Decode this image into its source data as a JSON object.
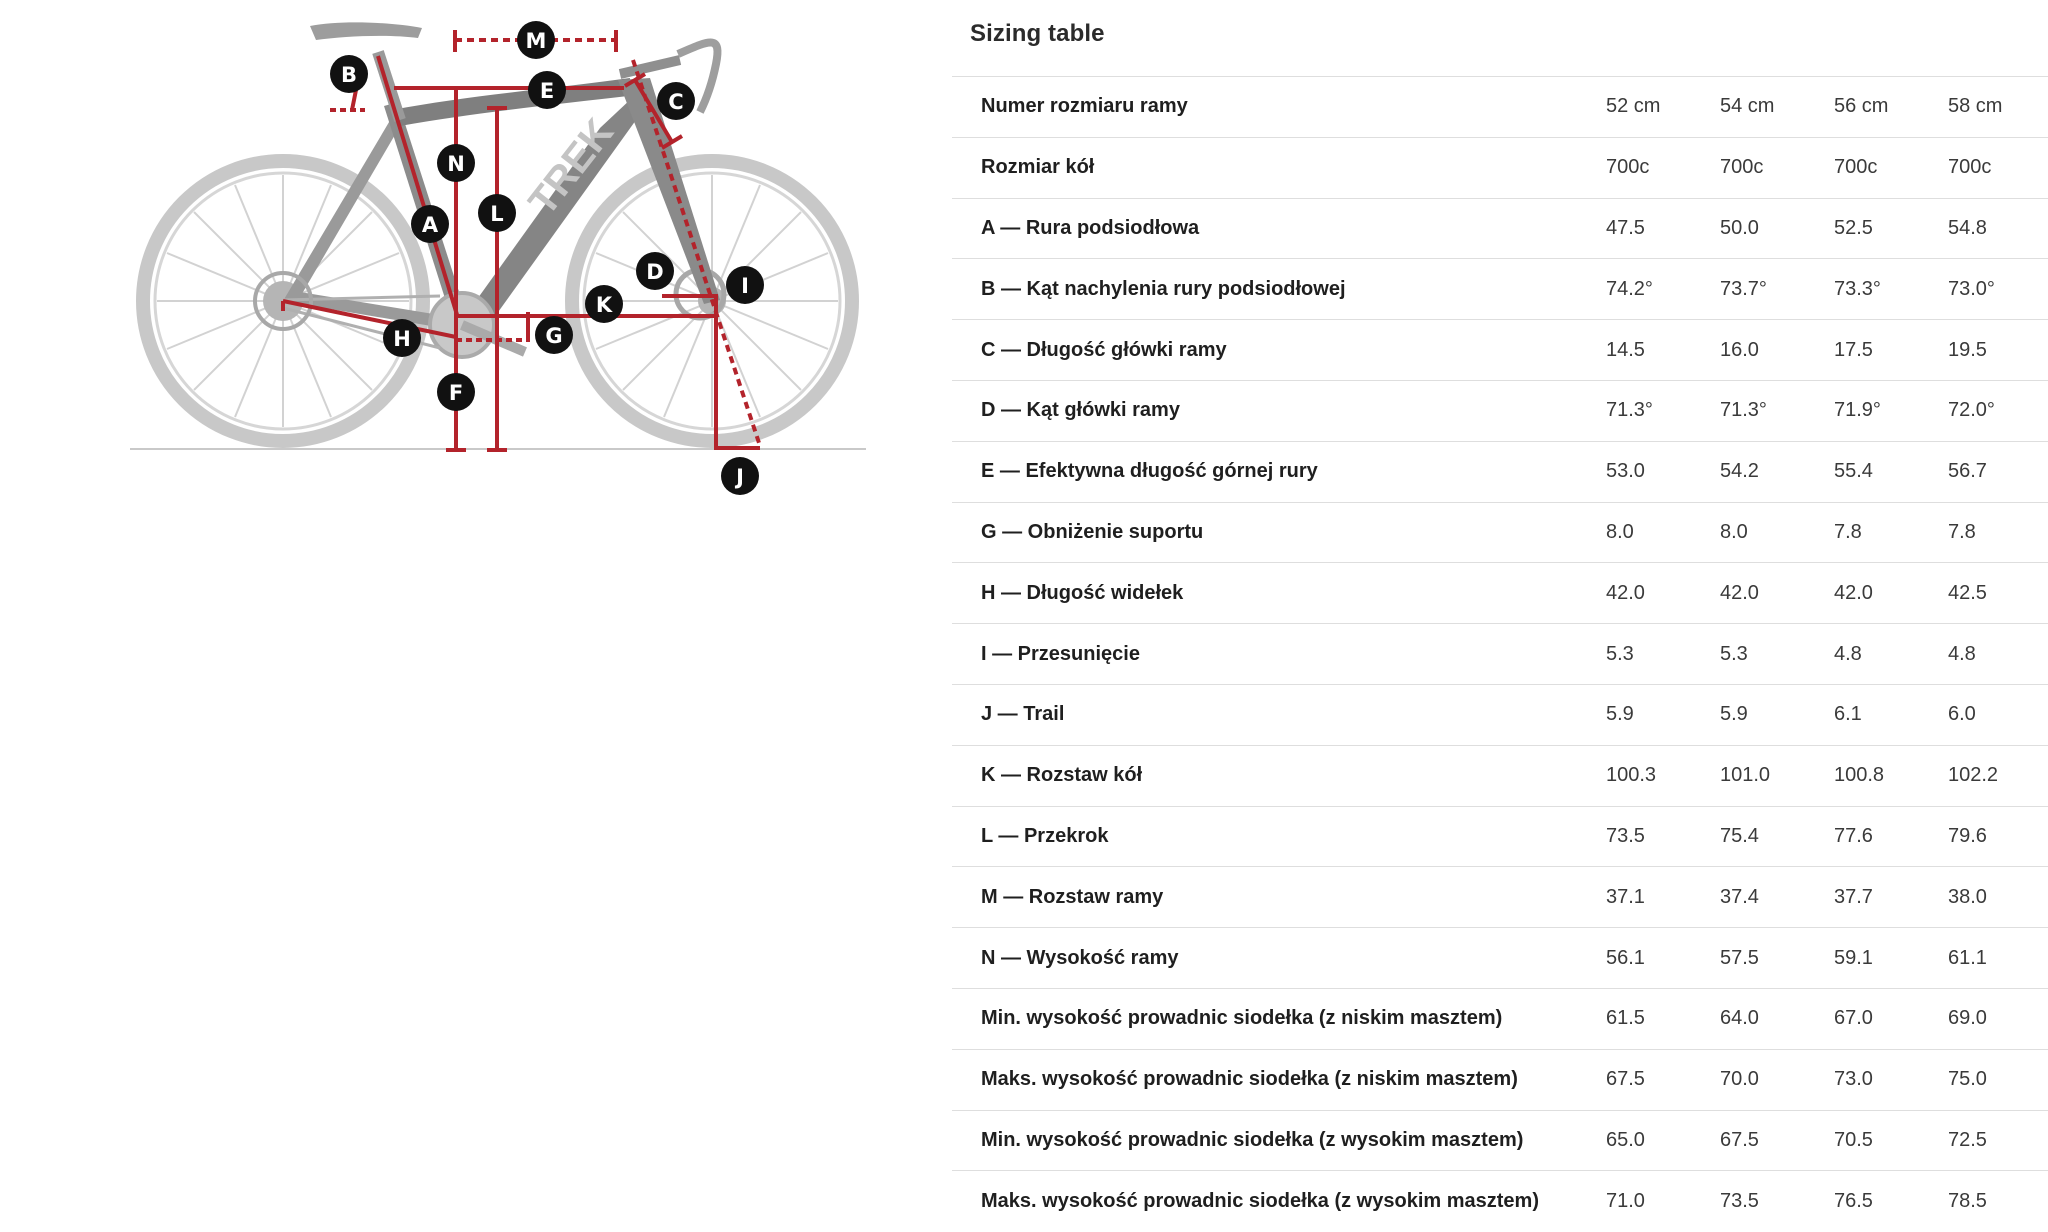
{
  "table": {
    "title": "Sizing table",
    "rows": [
      {
        "label": "Numer rozmiaru ramy",
        "values": [
          "52 cm",
          "54 cm",
          "56 cm",
          "58 cm"
        ]
      },
      {
        "label": "Rozmiar kół",
        "values": [
          "700c",
          "700c",
          "700c",
          "700c"
        ]
      },
      {
        "label": "A — Rura podsiodłowa",
        "values": [
          "47.5",
          "50.0",
          "52.5",
          "54.8"
        ]
      },
      {
        "label": "B — Kąt nachylenia rury podsiodłowej",
        "values": [
          "74.2°",
          "73.7°",
          "73.3°",
          "73.0°"
        ]
      },
      {
        "label": "C — Długość główki ramy",
        "values": [
          "14.5",
          "16.0",
          "17.5",
          "19.5"
        ]
      },
      {
        "label": "D — Kąt główki ramy",
        "values": [
          "71.3°",
          "71.3°",
          "71.9°",
          "72.0°"
        ]
      },
      {
        "label": "E — Efektywna długość górnej rury",
        "values": [
          "53.0",
          "54.2",
          "55.4",
          "56.7"
        ]
      },
      {
        "label": "G — Obniżenie suportu",
        "values": [
          "8.0",
          "8.0",
          "7.8",
          "7.8"
        ]
      },
      {
        "label": "H — Długość widełek",
        "values": [
          "42.0",
          "42.0",
          "42.0",
          "42.5"
        ]
      },
      {
        "label": "I — Przesunięcie",
        "values": [
          "5.3",
          "5.3",
          "4.8",
          "4.8"
        ]
      },
      {
        "label": "J — Trail",
        "values": [
          "5.9",
          "5.9",
          "6.1",
          "6.0"
        ]
      },
      {
        "label": "K — Rozstaw kół",
        "values": [
          "100.3",
          "101.0",
          "100.8",
          "102.2"
        ]
      },
      {
        "label": "L — Przekrok",
        "values": [
          "73.5",
          "75.4",
          "77.6",
          "79.6"
        ]
      },
      {
        "label": "M — Rozstaw ramy",
        "values": [
          "37.1",
          "37.4",
          "37.7",
          "38.0"
        ]
      },
      {
        "label": "N — Wysokość ramy",
        "values": [
          "56.1",
          "57.5",
          "59.1",
          "61.1"
        ]
      },
      {
        "label": "Min. wysokość prowadnic siodełka (z niskim masztem)",
        "values": [
          "61.5",
          "64.0",
          "67.0",
          "69.0"
        ]
      },
      {
        "label": "Maks. wysokość prowadnic siodełka (z niskim masztem)",
        "values": [
          "67.5",
          "70.0",
          "73.0",
          "75.0"
        ]
      },
      {
        "label": "Min. wysokość prowadnic siodełka (z wysokim masztem)",
        "values": [
          "65.0",
          "67.5",
          "70.5",
          "72.5"
        ]
      },
      {
        "label": "Maks. wysokość prowadnic siodełka (z wysokim masztem)",
        "values": [
          "71.0",
          "73.5",
          "76.5",
          "78.5"
        ]
      }
    ]
  },
  "diagram": {
    "brand_text": "TREK",
    "markers": {
      "A": "A",
      "B": "B",
      "C": "C",
      "D": "D",
      "E": "E",
      "F": "F",
      "G": "G",
      "H": "H",
      "I": "I",
      "J": "J",
      "K": "K",
      "L": "L",
      "M": "M",
      "N": "N"
    },
    "colors": {
      "dimension_line": "#b3232b",
      "marker_fill": "#111111",
      "bike_gray": "#bdbdbd",
      "frame_gray": "#8e8e8e"
    }
  }
}
